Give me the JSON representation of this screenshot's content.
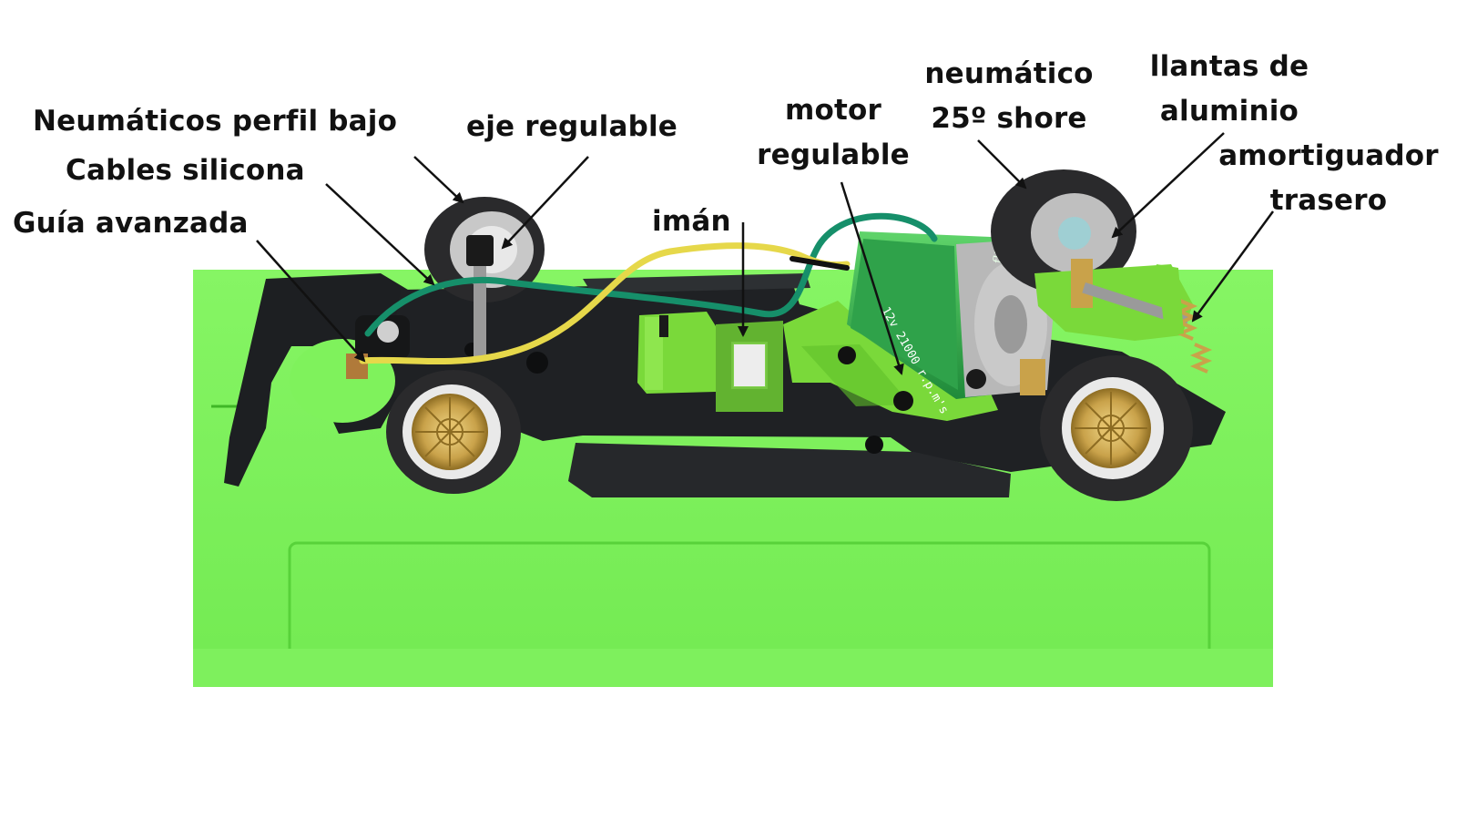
{
  "colors": {
    "background": "#ffffff",
    "base_green": "#7ff25c",
    "base_green_dark": "#5fd93f",
    "chassis_black": "#1d1f22",
    "part_green": "#7ad93a",
    "motor_green": "#2fa24a",
    "wire_green": "#168f6a",
    "wire_yellow": "#e6d84a",
    "tire_black": "#2a2a2c",
    "rim_gold": "#c9a24a",
    "rim_silver": "#d8d8d8",
    "label_text": "#111111",
    "arrow": "#111111"
  },
  "labels": {
    "neumaticos_perfil_bajo": "Neumáticos perfil bajo",
    "cables_silicona": "Cables silicona",
    "guia_avanzada": "Guía avanzada",
    "eje_regulable": "eje regulable",
    "iman": "imán",
    "motor_line1": "motor",
    "motor_line2": "regulable",
    "neumatico_line1": "neumático",
    "neumatico_line2": "25º shore",
    "llantas_line1": "llantas de",
    "llantas_line2": "aluminio",
    "amortiguador_line1": "amortiguador",
    "amortiguador_line2": "trasero"
  },
  "icons": {
    "front_tire": "tire-icon",
    "rear_tire": "tire-icon",
    "motor": "motor-icon",
    "magnet": "magnet-icon",
    "guide": "guide-icon"
  }
}
